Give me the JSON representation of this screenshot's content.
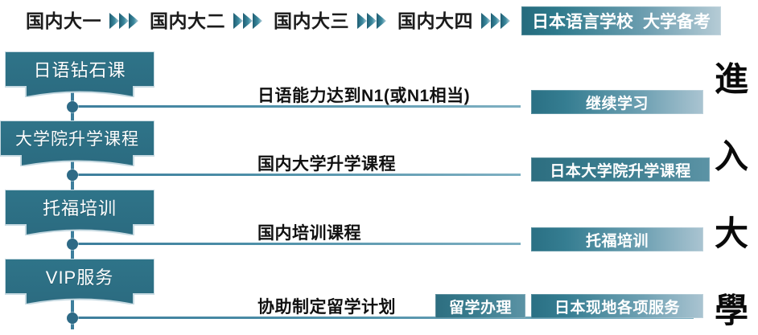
{
  "timeline": {
    "steps": [
      {
        "label": "国内大一"
      },
      {
        "label": "国内大二"
      },
      {
        "label": "国内大三"
      },
      {
        "label": "国内大四"
      }
    ],
    "arrow_icon": "triple-chevron-right-icon",
    "banner": {
      "part1": "日本语言学校",
      "part2": "大学备考"
    }
  },
  "rows": [
    {
      "course": "日语钻石课",
      "caption": "日语能力达到N1(或N1相当)",
      "outcome": "继续学习",
      "extra": null
    },
    {
      "course": "大学院升学课程",
      "caption": "国内大学升学课程",
      "outcome": "日本大学院升学课程",
      "extra": null
    },
    {
      "course": "托福培训",
      "caption": "国内培训课程",
      "outcome": "托福培训",
      "extra": null
    },
    {
      "course": "VIP服务",
      "caption": "协助制定留学计划",
      "outcome": "日本现地各项服务",
      "extra": "留学办理"
    }
  ],
  "vertical_headline": [
    "進",
    "入",
    "大",
    "學"
  ],
  "colors": {
    "ribbon_fill": "#2f7186",
    "ribbon_stroke": "#bcd3dc",
    "spine": "#3d7e9c",
    "node": "#2e6a86",
    "chip_dark": "#2a7084",
    "chip_light": "#aac4d1",
    "text_dark": "#111111",
    "text_light": "#ffffff"
  }
}
